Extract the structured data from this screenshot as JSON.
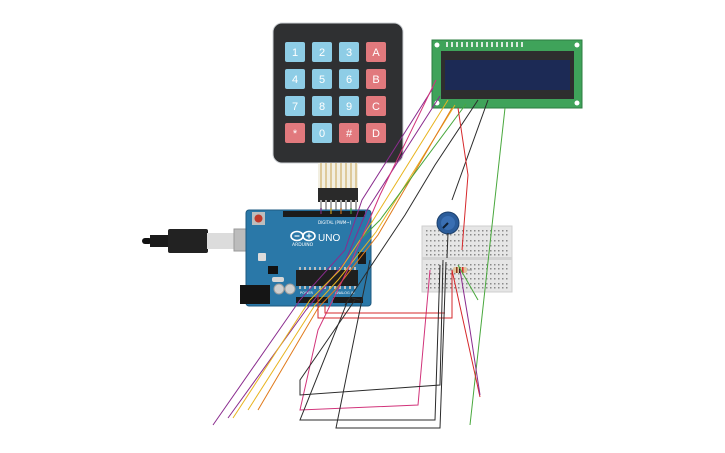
{
  "keypad": {
    "rows": [
      [
        "1",
        "2",
        "3",
        "A"
      ],
      [
        "4",
        "5",
        "6",
        "B"
      ],
      [
        "7",
        "8",
        "9",
        "C"
      ],
      [
        "*",
        "0",
        "#",
        "D"
      ]
    ],
    "digit_color": "#8ecde6",
    "letter_color": "#e1797d",
    "body_color": "#2f3032"
  },
  "arduino": {
    "brand": "ARDUINO",
    "model": "UNO",
    "header_digital": "DIGITAL (PWM~)",
    "header_power": "POWER",
    "header_analog": "ANALOG IN",
    "board_color": "#2a78a8"
  },
  "lcd": {
    "pcb_color": "#3fa35a",
    "screen_color": "#1c2a55"
  },
  "colors": {
    "wire_purple": "#8a2c8e",
    "wire_yellow": "#e8b41f",
    "wire_orange": "#e07a1b",
    "wire_green": "#49a83d",
    "wire_red": "#d6282b",
    "wire_black": "#2b2b2b",
    "wire_magenta": "#d1337a",
    "pot_color": "#2b5c9a",
    "breadboard_color": "#e6e6e6"
  }
}
